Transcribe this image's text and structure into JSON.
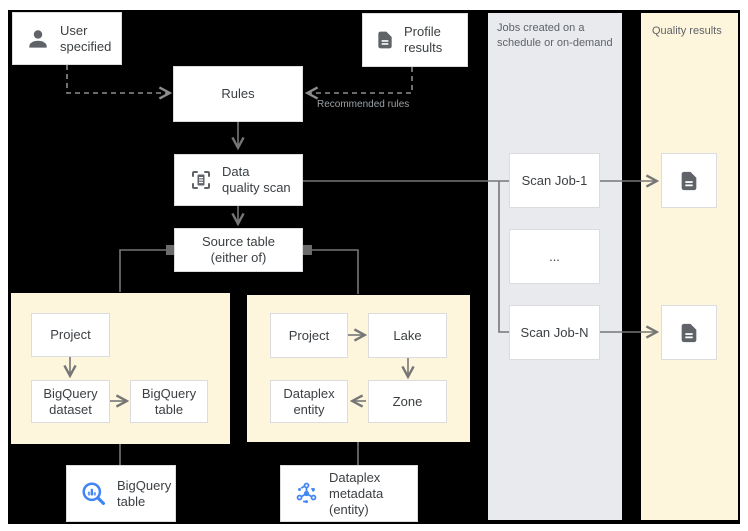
{
  "colors": {
    "background": "#000000",
    "panel_yellow": "#fdf5dc",
    "jobs_column_gray": "#e8eaed",
    "node_border": "#dadce0",
    "text_primary": "#3c4043",
    "text_secondary": "#5f6368",
    "connector_gray": "#767676",
    "icon_blue": "#4285f4",
    "icon_gray": "#5f6368"
  },
  "nodes": {
    "user_specified": {
      "lines": [
        "User",
        "specified"
      ],
      "icon": "person-icon"
    },
    "profile_results": {
      "lines": [
        "Profile",
        "results"
      ],
      "icon": "document-icon"
    },
    "rules": {
      "label": "Rules"
    },
    "data_quality_scan": {
      "lines": [
        "Data",
        "quality scan"
      ],
      "icon": "scan-icon"
    },
    "source_table": {
      "lines": [
        "Source table",
        "(either of)"
      ]
    },
    "bq_panel": {
      "project": {
        "label": "Project"
      },
      "dataset": {
        "lines": [
          "BigQuery",
          "dataset"
        ]
      },
      "table": {
        "lines": [
          "BigQuery",
          "table"
        ]
      }
    },
    "dp_panel": {
      "project": {
        "label": "Project"
      },
      "lake": {
        "label": "Lake"
      },
      "zone": {
        "label": "Zone"
      },
      "entity": {
        "lines": [
          "Dataplex",
          "entity"
        ]
      }
    },
    "bigquery_table": {
      "lines": [
        "BigQuery",
        "table"
      ],
      "icon": "bigquery-icon"
    },
    "dataplex_metadata": {
      "lines": [
        "Dataplex",
        "metadata (entity)"
      ],
      "icon": "dataplex-icon"
    },
    "scan_jobs": {
      "job1": "Scan Job-1",
      "dots": "...",
      "jobn": "Scan Job-N"
    },
    "quality_results": {
      "icon": "document-icon"
    }
  },
  "annotations": {
    "recommended_rules": "Recommended rules",
    "jobs_column_title": [
      "Jobs created on a",
      "schedule or on-demand"
    ],
    "quality_column_title": "Quality results"
  }
}
